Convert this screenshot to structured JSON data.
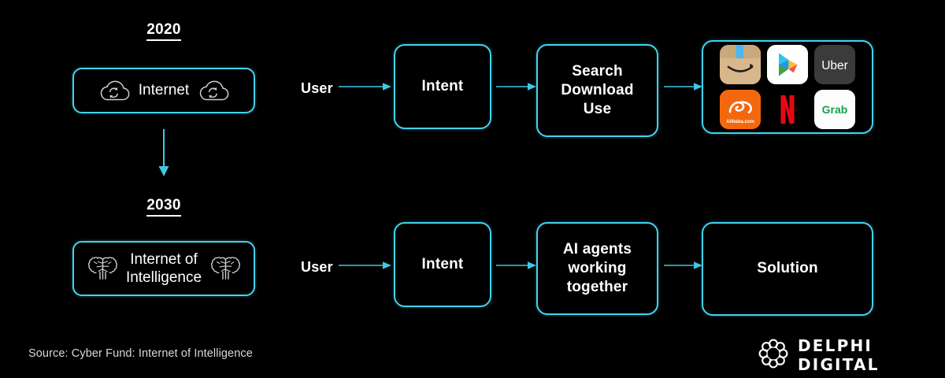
{
  "theme": {
    "background": "#000000",
    "accent": "#43d3ef",
    "arrow_color": "#3ec8e4",
    "text_color": "#ffffff",
    "muted_text": "#d8d8d8"
  },
  "timeline": {
    "eras": [
      {
        "year": "2020",
        "concept_label": "Internet",
        "icon_left": "cloud-sync-icon",
        "icon_right": "cloud-sync-icon"
      },
      {
        "year": "2030",
        "concept_label": "Internet of\nIntelligence",
        "icon_left": "brain-icon",
        "icon_right": "brain-icon"
      }
    ],
    "transition_icon": "arrow-down-icon"
  },
  "flows": [
    {
      "id": "flow-2020",
      "actor_label": "User",
      "steps": [
        {
          "label": "Intent",
          "kind": "text"
        },
        {
          "label": "Search\nDownload\nUse",
          "kind": "text"
        },
        {
          "label": "",
          "kind": "app-grid"
        }
      ],
      "arrow_icon": "arrow-right-icon"
    },
    {
      "id": "flow-2030",
      "actor_label": "User",
      "steps": [
        {
          "label": "Intent",
          "kind": "text"
        },
        {
          "label": "AI agents\nworking\ntogether",
          "kind": "text"
        },
        {
          "label": "Solution",
          "kind": "text"
        }
      ],
      "arrow_icon": "arrow-right-icon"
    }
  ],
  "apps": [
    {
      "name": "Amazon",
      "icon": "amazon-icon",
      "bg": "#d5b383"
    },
    {
      "name": "Google Play",
      "icon": "google-play-icon",
      "bg": "#ffffff"
    },
    {
      "name": "Uber",
      "icon": "uber-icon",
      "bg": "#3a3a3a",
      "label": "Uber"
    },
    {
      "name": "Alibaba.com",
      "icon": "alibaba-icon",
      "bg": "#f4670c",
      "label": "Alibaba.com"
    },
    {
      "name": "Netflix",
      "icon": "netflix-icon",
      "bg": "#000000",
      "label": "N"
    },
    {
      "name": "Grab",
      "icon": "grab-icon",
      "bg": "#ffffff",
      "label": "Grab"
    }
  ],
  "footer": {
    "source": "Source: Cyber Fund: Internet of Intelligence",
    "brand": "DELPHI DIGITAL",
    "brand_icon": "delphi-ring-icon"
  }
}
